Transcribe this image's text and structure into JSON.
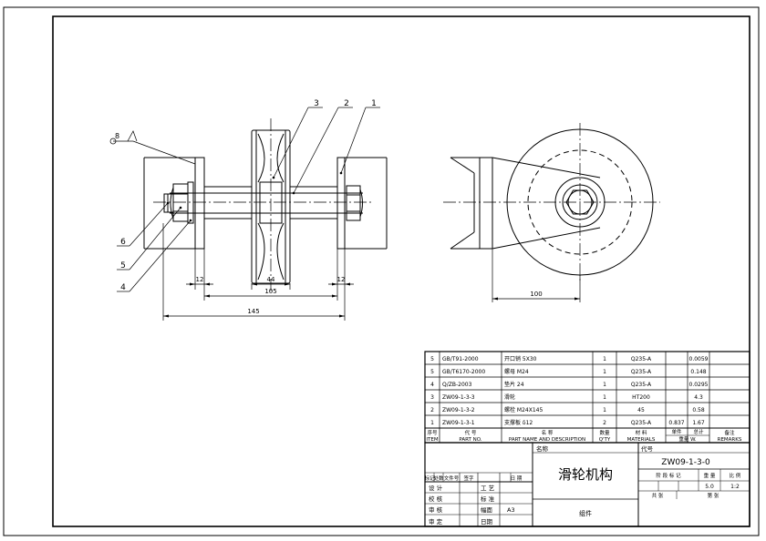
{
  "callouts": {
    "balloons": [
      "3",
      "2",
      "1",
      "6",
      "5",
      "4"
    ],
    "weld_symbol": "8"
  },
  "dimensions": {
    "left_offset": "12",
    "groove_width": "44",
    "right_offset": "12",
    "inner_span": "105",
    "overall_length": "145",
    "side_reach": "100"
  },
  "bom": {
    "rows": [
      {
        "no": "5",
        "code": "GB/T91-2000",
        "name": "开口销 5X30",
        "qty": "1",
        "material": "Q235-A",
        "unit_weight": "",
        "total_weight": "0.0059",
        "remark": ""
      },
      {
        "no": "5",
        "code": "GB/T6170-2000",
        "name": "螺母 M24",
        "qty": "1",
        "material": "Q235-A",
        "unit_weight": "",
        "total_weight": "0.148",
        "remark": ""
      },
      {
        "no": "4",
        "code": "Q/ZB-2003",
        "name": "垫片 24",
        "qty": "1",
        "material": "Q235-A",
        "unit_weight": "",
        "total_weight": "0.0295",
        "remark": ""
      },
      {
        "no": "3",
        "code": "ZW09-1-3-3",
        "name": "滑轮",
        "qty": "1",
        "material": "HT200",
        "unit_weight": "",
        "total_weight": "4.3",
        "remark": ""
      },
      {
        "no": "2",
        "code": "ZW09-1-3-2",
        "name": "螺栓 M24X145",
        "qty": "1",
        "material": "45",
        "unit_weight": "",
        "total_weight": "0.58",
        "remark": ""
      },
      {
        "no": "1",
        "code": "ZW09-1-3-1",
        "name": "支撑板 δ12",
        "qty": "2",
        "material": "Q235-A",
        "unit_weight": "0.837",
        "total_weight": "1.67",
        "remark": ""
      }
    ],
    "header_cn": [
      "序号",
      "代  号",
      "名    称",
      "数量",
      "材   料",
      "单件",
      "总计",
      "备注"
    ],
    "header_en": [
      "ITEM",
      "PART NO.",
      "PART NAME AND DESCRIPTION",
      "Q'TY",
      "MATERIALS",
      "重量 W.",
      "REMARKS"
    ]
  },
  "title_block": {
    "name_label": "名称",
    "title": "滑轮机构",
    "code_label": "代号",
    "drawing_no": "ZW09-1-3-0",
    "category": "组件",
    "rev_headers": [
      "标记",
      "处数",
      "文件号",
      "签字",
      "日  期"
    ],
    "signoff_labels": [
      "设  计",
      "校  核",
      "审  核",
      "审  定"
    ],
    "mid_labels": [
      "工  艺",
      "标  准",
      "幅面",
      "日期"
    ],
    "sheet_size": "A3",
    "stage_headers": [
      "阶  段  标  记",
      "重  量",
      "比  例"
    ],
    "sheet_headers": [
      "共    张",
      "第    张"
    ],
    "weight": "5.0",
    "scale": "1:2"
  }
}
